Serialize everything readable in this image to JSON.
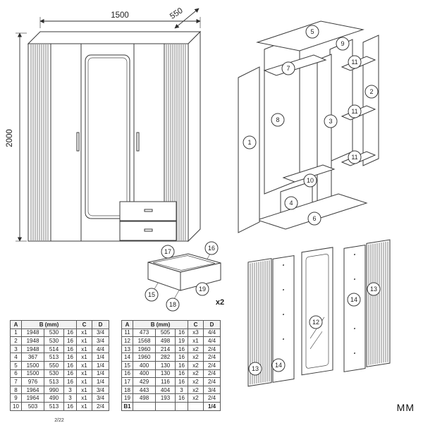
{
  "document": {
    "page_indicator": "2/22",
    "units_label": "MM"
  },
  "front_view": {
    "width": "1500",
    "depth": "550",
    "height": "2000"
  },
  "drawer_view": {
    "quantity_label": "x2"
  },
  "callouts": {
    "p1": "1",
    "p2": "2",
    "p3": "3",
    "p4": "4",
    "p5": "5",
    "p6": "6",
    "p7": "7",
    "p8": "8",
    "p9": "9",
    "p10": "10",
    "p11": "11",
    "p12": "12",
    "p13": "13",
    "p14": "14",
    "p15": "15",
    "p16": "16",
    "p17": "17",
    "p18": "18",
    "p19": "19"
  },
  "parts_tables": {
    "headers": [
      "A",
      "B (mm)",
      "C",
      "D"
    ],
    "table1": [
      [
        "1",
        "1948",
        "530",
        "16",
        "x1",
        "3/4"
      ],
      [
        "2",
        "1948",
        "530",
        "16",
        "x1",
        "3/4"
      ],
      [
        "3",
        "1948",
        "514",
        "16",
        "x1",
        "4/4"
      ],
      [
        "4",
        "367",
        "513",
        "16",
        "x1",
        "1/4"
      ],
      [
        "5",
        "1500",
        "550",
        "16",
        "x1",
        "1/4"
      ],
      [
        "6",
        "1500",
        "530",
        "16",
        "x1",
        "1/4"
      ],
      [
        "7",
        "976",
        "513",
        "16",
        "x1",
        "1/4"
      ],
      [
        "8",
        "1964",
        "990",
        "3",
        "x1",
        "3/4"
      ],
      [
        "9",
        "1964",
        "490",
        "3",
        "x1",
        "3/4"
      ],
      [
        "10",
        "503",
        "513",
        "16",
        "x1",
        "2/4"
      ]
    ],
    "table2": [
      [
        "11",
        "473",
        "505",
        "16",
        "x3",
        "4/4"
      ],
      [
        "12",
        "1568",
        "498",
        "19",
        "x1",
        "4/4"
      ],
      [
        "13",
        "1960",
        "214",
        "16",
        "x2",
        "2/4"
      ],
      [
        "14",
        "1960",
        "282",
        "16",
        "x2",
        "2/4"
      ],
      [
        "15",
        "400",
        "130",
        "16",
        "x2",
        "2/4"
      ],
      [
        "16",
        "400",
        "130",
        "16",
        "x2",
        "2/4"
      ],
      [
        "17",
        "429",
        "116",
        "16",
        "x2",
        "2/4"
      ],
      [
        "18",
        "443",
        "404",
        "3",
        "x2",
        "3/4"
      ],
      [
        "19",
        "498",
        "193",
        "16",
        "x2",
        "2/4"
      ],
      [
        "B1",
        "",
        "",
        "",
        "",
        "1/4"
      ]
    ]
  },
  "colors": {
    "line": "#3a3a3a",
    "background": "#ffffff",
    "table_border": "#5a5a5a"
  }
}
